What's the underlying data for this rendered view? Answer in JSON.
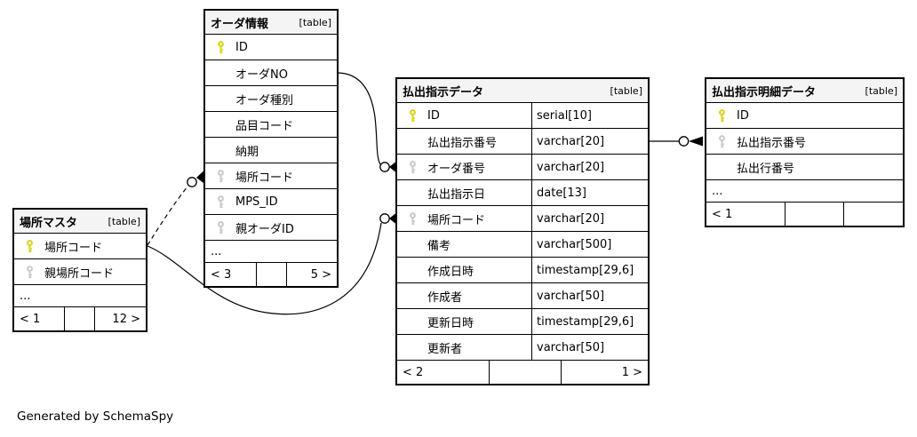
{
  "caption": "Generated by SchemaSpy",
  "colors": {
    "header_bg": "#f4f4f4",
    "border": "#000000",
    "primary_key_icon": "#d8d800",
    "foreign_key_icon": "#c9c9c9",
    "background": "#ffffff"
  },
  "tables": {
    "order_info": {
      "name": "オーダ情報",
      "tag": "[table]",
      "columns": [
        {
          "name": "ID",
          "key": "pk"
        },
        {
          "name": "オーダNO",
          "key": ""
        },
        {
          "name": "オーダ種別",
          "key": ""
        },
        {
          "name": "品目コード",
          "key": ""
        },
        {
          "name": "納期",
          "key": ""
        },
        {
          "name": "場所コード",
          "key": "fk"
        },
        {
          "name": "MPS_ID",
          "key": "fk"
        },
        {
          "name": "親オーダID",
          "key": "fk"
        }
      ],
      "ellipsis": "...",
      "footer": {
        "left": "< 3",
        "right": "5 >"
      }
    },
    "location_master": {
      "name": "場所マスタ",
      "tag": "[table]",
      "columns": [
        {
          "name": "場所コード",
          "key": "pk"
        },
        {
          "name": "親場所コード",
          "key": "fk"
        }
      ],
      "ellipsis": "...",
      "footer": {
        "left": "< 1",
        "right": "12 >"
      }
    },
    "payout_instruction": {
      "name": "払出指示データ",
      "tag": "[table]",
      "columns": [
        {
          "name": "ID",
          "key": "pk",
          "type": "serial[10]"
        },
        {
          "name": "払出指示番号",
          "key": "",
          "type": "varchar[20]"
        },
        {
          "name": "オーダ番号",
          "key": "fk",
          "type": "varchar[20]"
        },
        {
          "name": "払出指示日",
          "key": "",
          "type": "date[13]"
        },
        {
          "name": "場所コード",
          "key": "fk",
          "type": "varchar[20]"
        },
        {
          "name": "備考",
          "key": "",
          "type": "varchar[500]"
        },
        {
          "name": "作成日時",
          "key": "",
          "type": "timestamp[29,6]"
        },
        {
          "name": "作成者",
          "key": "",
          "type": "varchar[50]"
        },
        {
          "name": "更新日時",
          "key": "",
          "type": "timestamp[29,6]"
        },
        {
          "name": "更新者",
          "key": "",
          "type": "varchar[50]"
        }
      ],
      "footer": {
        "left": "< 2",
        "right": "1 >"
      }
    },
    "payout_instruction_detail": {
      "name": "払出指示明細データ",
      "tag": "[table]",
      "columns": [
        {
          "name": "ID",
          "key": "pk"
        },
        {
          "name": "払出指示番号",
          "key": "fk"
        },
        {
          "name": "払出行番号",
          "key": ""
        }
      ],
      "ellipsis": "...",
      "footer": {
        "left": "< 1",
        "right": ""
      }
    }
  },
  "relationships": [
    {
      "parent": "オーダ情報.オーダNO",
      "child": "払出指示データ.オーダ番号",
      "style": "solid"
    },
    {
      "parent": "場所マスタ.場所コード",
      "child": "払出指示データ.場所コード",
      "style": "solid"
    },
    {
      "parent": "場所マスタ.場所コード",
      "child": "オーダ情報.場所コード",
      "style": "dashed"
    },
    {
      "parent": "払出指示データ.払出指示番号",
      "child": "払出指示明細データ.払出指示番号",
      "style": "solid"
    }
  ]
}
